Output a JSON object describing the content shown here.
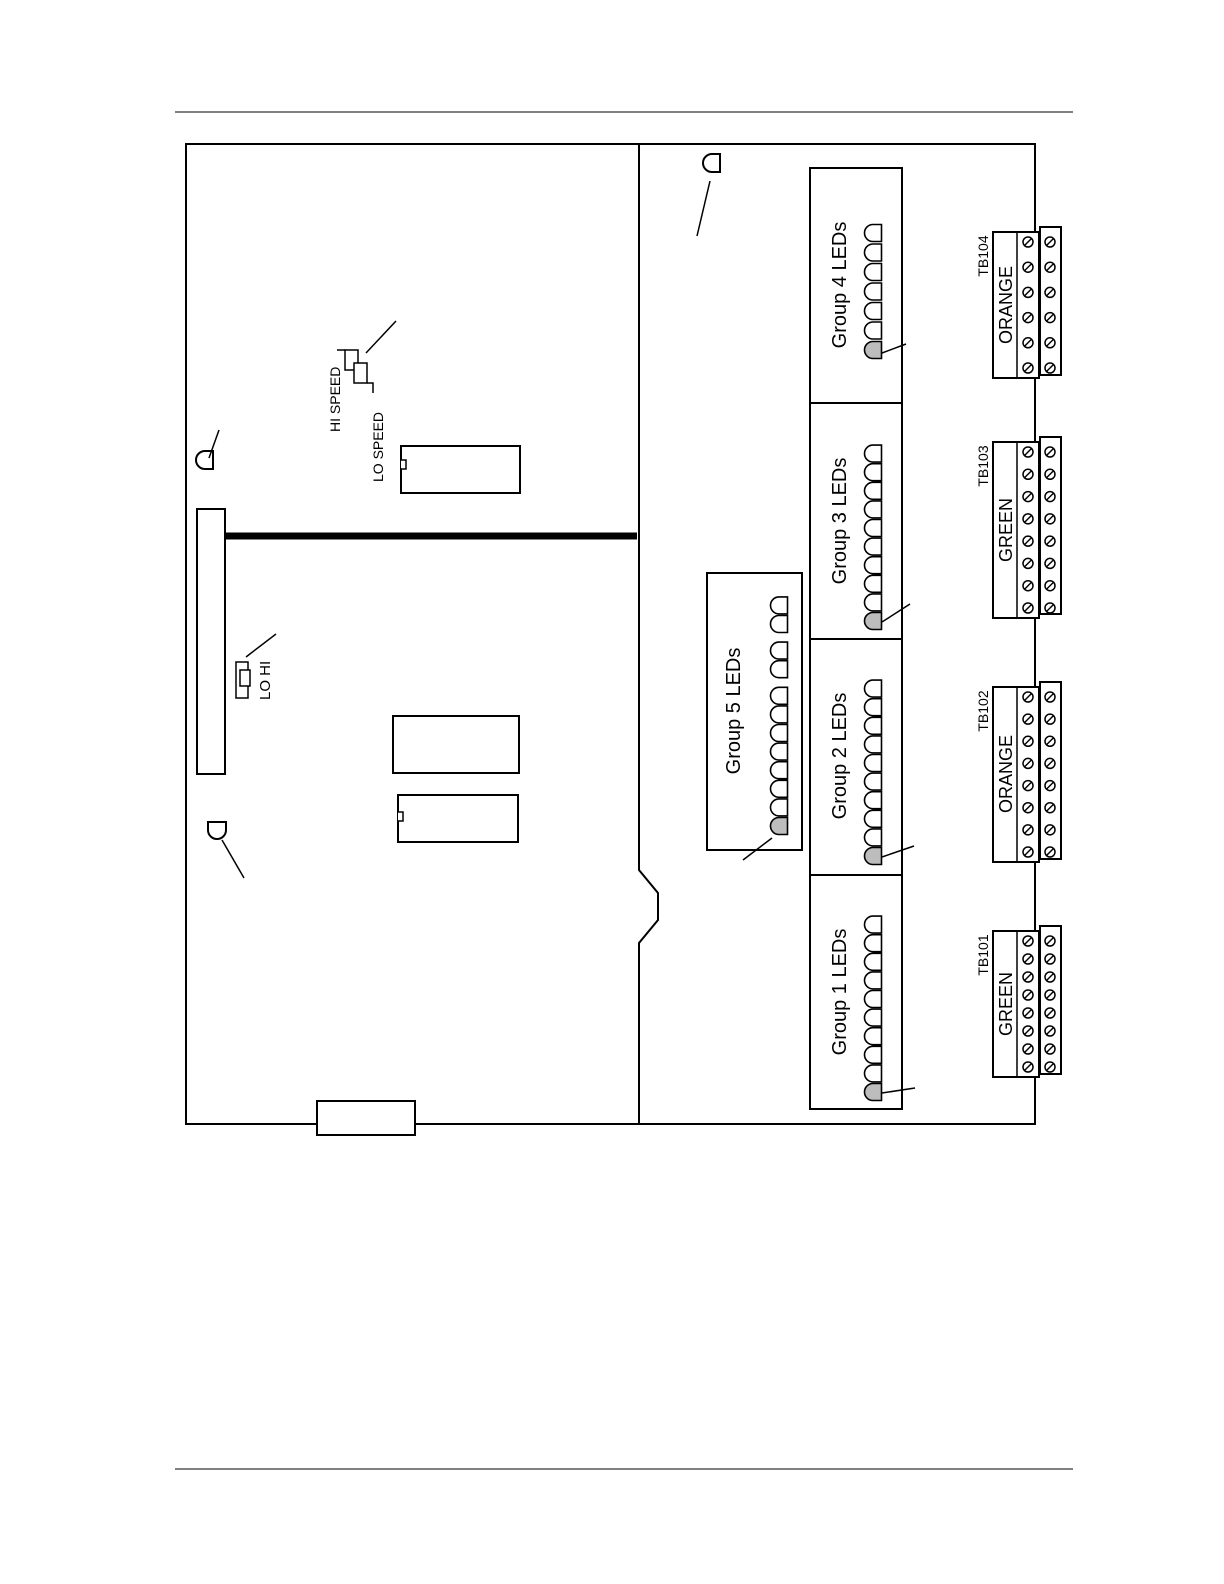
{
  "colors": {
    "line": "#000000",
    "led_highlight": "#bdbdbd",
    "led_fill": "#ffffff"
  },
  "labels": {
    "hi_speed": "HI SPEED",
    "lo_speed": "LO SPEED",
    "lo_hi": "LO HI"
  },
  "led_groups": [
    {
      "label": "Group 1 LEDs",
      "led_count": 10
    },
    {
      "label": "Group 2 LEDs",
      "led_count": 10
    },
    {
      "label": "Group 3 LEDs",
      "led_count": 10
    },
    {
      "label": "Group 4 LEDs",
      "led_count": 7
    },
    {
      "label": "Group 5 LEDs",
      "led_count": 12
    }
  ],
  "terminal_blocks": [
    {
      "id": "TB101",
      "color": "GREEN",
      "terminals": 8
    },
    {
      "id": "TB102",
      "color": "ORANGE",
      "terminals": 8
    },
    {
      "id": "TB103",
      "color": "GREEN",
      "terminals": 8
    },
    {
      "id": "TB104",
      "color": "ORANGE",
      "terminals": 6
    }
  ]
}
